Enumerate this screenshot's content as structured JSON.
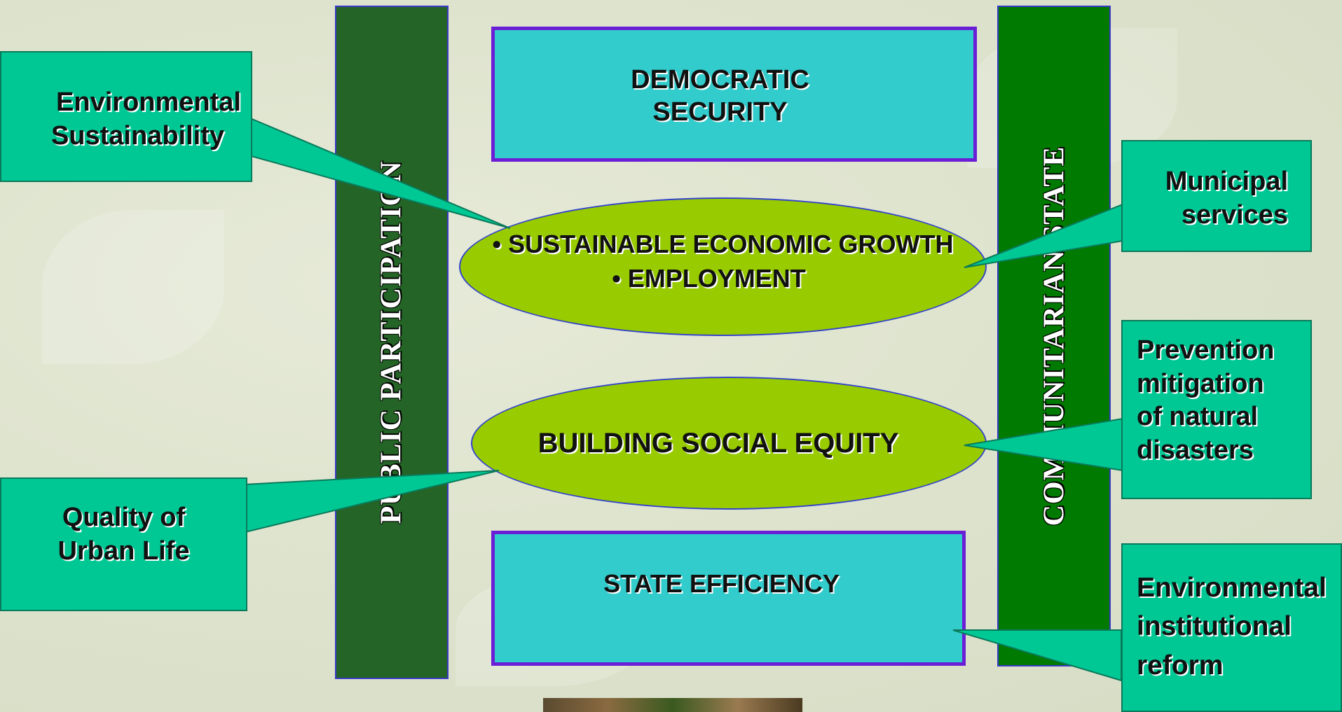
{
  "pillars": {
    "left": "PUBLIC PARTICIPATION",
    "right": "COMMUNITARIAN STATE"
  },
  "boxes": {
    "top": [
      "DEMOCRATIC",
      "SECURITY"
    ],
    "bottom": "STATE EFFICIENCY"
  },
  "ellipses": {
    "growth": {
      "line1": "• SUSTAINABLE ECONOMIC GROWTH",
      "line2": "•    EMPLOYMENT"
    },
    "equity": "BUILDING SOCIAL EQUITY"
  },
  "callouts": {
    "env_sustainability": [
      "Environmental",
      "Sustainability"
    ],
    "quality_urban": [
      "Quality of",
      "Urban Life"
    ],
    "municipal": [
      "Municipal",
      "services"
    ],
    "prevention": [
      "Prevention",
      "mitigation",
      "of natural",
      "disasters"
    ],
    "env_reform": [
      "Environmental",
      "institutional",
      "reform"
    ]
  },
  "colors": {
    "left_pillar": "#246426",
    "right_pillar": "#007a00",
    "box_fill": "#33cccc",
    "box_border": "#6a1fd6",
    "ellipse_fill": "#99cc00",
    "callout_fill": "#00c895"
  }
}
